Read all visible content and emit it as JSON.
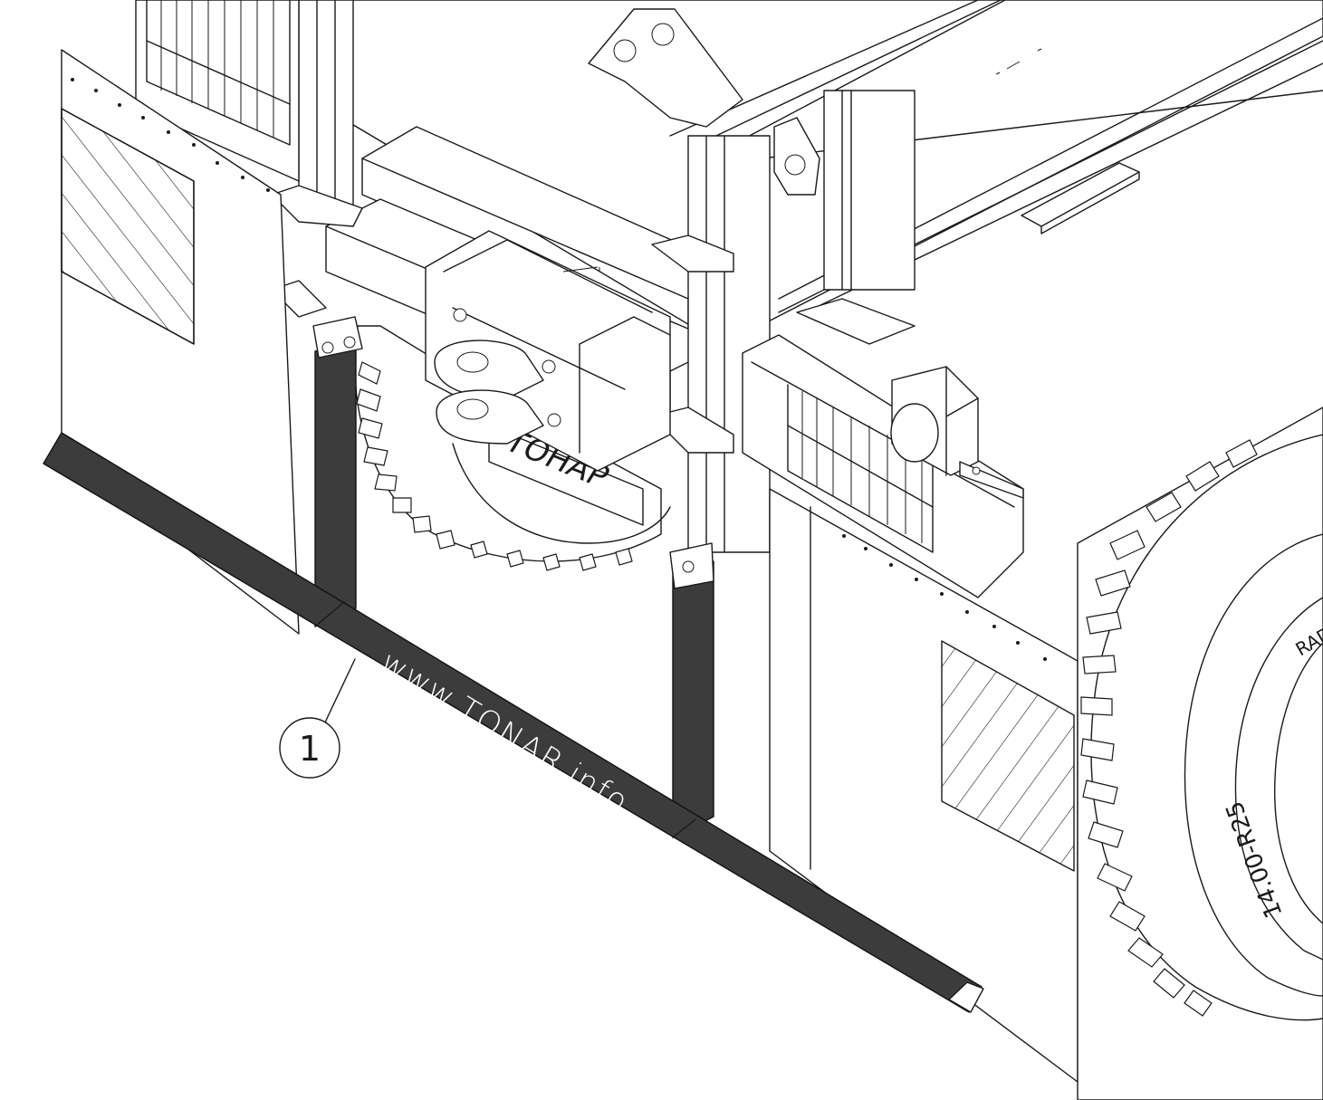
{
  "bar_label": "www.TONAR.info",
  "plate_text": "ТОНАР",
  "tire_text": "14.00-R25",
  "tire_brand": "RAD",
  "callout": {
    "number": "1"
  },
  "colors": {
    "bar_fill": "#3c3c3c",
    "line": "#1a1a1a",
    "background": "#ffffff",
    "bar_text": "#ffffff"
  }
}
